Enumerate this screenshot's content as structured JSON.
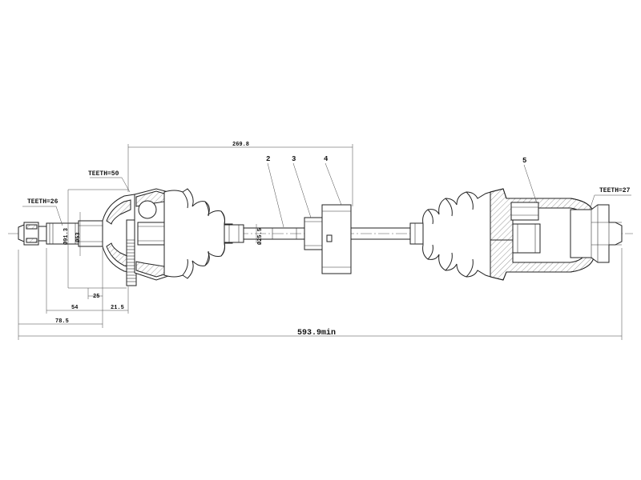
{
  "labels": {
    "teeth_left": "TEETH=26",
    "teeth_cv": "TEETH=50",
    "teeth_right": "TEETH=27",
    "callout_2": "2",
    "callout_3": "3",
    "callout_4": "4",
    "callout_5": "5"
  },
  "dimensions": {
    "overall_length": "593.9min",
    "top_span": "269.8",
    "dia_outer": "Ø91.3",
    "dia_inner": "Ø53",
    "dia_shaft": "Ø25.5",
    "len_54": "54",
    "len_25": "25",
    "len_21_5": "21.5",
    "len_78_5": "78.5"
  }
}
